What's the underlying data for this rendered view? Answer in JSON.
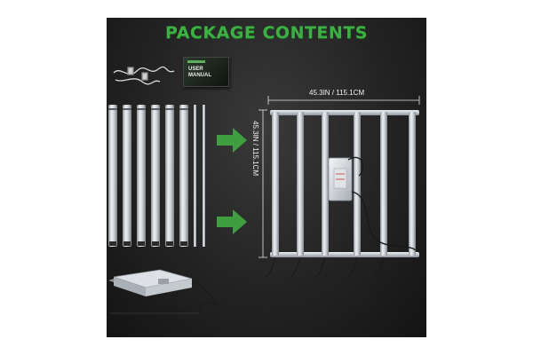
{
  "title": "PACKAGE CONTENTS",
  "manual": {
    "line1": "USER",
    "line2": "MANUAL"
  },
  "dimensions": {
    "width_label": "45.3IN / 115.1CM",
    "height_label": "45.3IN / 115.1CM"
  },
  "colors": {
    "title_green": "#3cb043",
    "arrow_green": "#3f9e3f",
    "panel_background": "#232323"
  },
  "icons": [
    "power-cable-icon",
    "arrow-right-icon",
    "led-driver-icon"
  ]
}
